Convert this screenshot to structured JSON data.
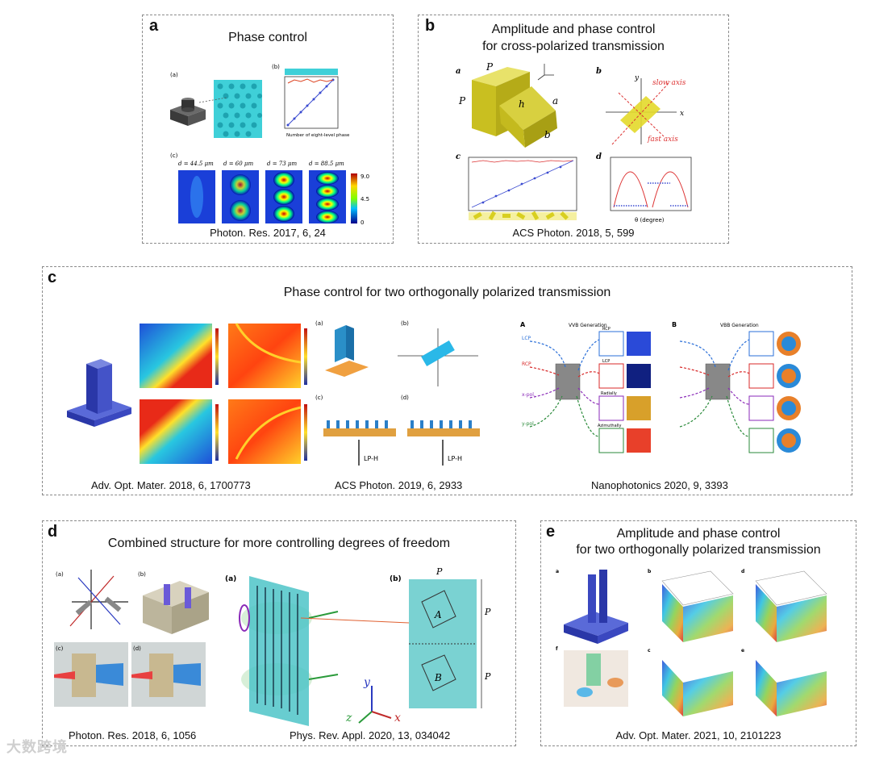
{
  "panels": {
    "a": {
      "letter": "a",
      "title": "Phase control",
      "citation": "Photon. Res. 2017, 6, 24",
      "subpanels": [
        "(a)",
        "(b)",
        "(c)"
      ],
      "field_labels": [
        "d = 44.5 μm",
        "d = 60 μm",
        "d = 73 μm",
        "d = 88.5 μm"
      ],
      "colorbar_ticks": [
        "9.0",
        "4.5",
        "0"
      ],
      "xaxis": "Number of eight-level phase"
    },
    "b": {
      "letter": "b",
      "title_line1": "Amplitude and phase control",
      "title_line2": "for cross-polarized transmission",
      "citation": "ACS Photon. 2018, 5, 599",
      "labels": {
        "slow_axis": "slow axis",
        "fast_axis": "fast axis",
        "theta_axis": "θ (degree)"
      }
    },
    "c": {
      "letter": "c",
      "title": "Phase control for two orthogonally polarized transmission",
      "citations": [
        "Adv. Opt. Mater. 2018, 6, 1700773",
        "ACS Photon. 2019, 6, 2933",
        "Nanophotonics 2020, 9, 3393"
      ],
      "vvb_title": "VVB Generation",
      "vbb_title": "VBB Generation",
      "pol_labels": [
        "LCP",
        "RCP",
        "x-pol.",
        "y-pol."
      ],
      "mode_labels": [
        "RCP",
        "LCP",
        "Radially",
        "Azimuthally"
      ],
      "lp_label": "LP-H"
    },
    "d": {
      "letter": "d",
      "title": "Combined structure for more controlling degrees of freedom",
      "citations": [
        "Photon. Res. 2018, 6, 1056",
        "Phys. Rev. Appl. 2020, 13, 034042"
      ],
      "labels": {
        "A": "A",
        "B": "B",
        "P": "P"
      }
    },
    "e": {
      "letter": "e",
      "title_line1": "Amplitude and phase control",
      "title_line2": "for two orthogonally polarized transmission",
      "citation": "Adv. Opt. Mater. 2021, 10, 2101223"
    }
  },
  "watermark": "大数跨境",
  "colors": {
    "border": "#8a8a8a",
    "cyan": "#3fd0d8",
    "metal": "#4a57c8",
    "gold": "#d9cf2c",
    "teal": "#6fcfcf"
  }
}
